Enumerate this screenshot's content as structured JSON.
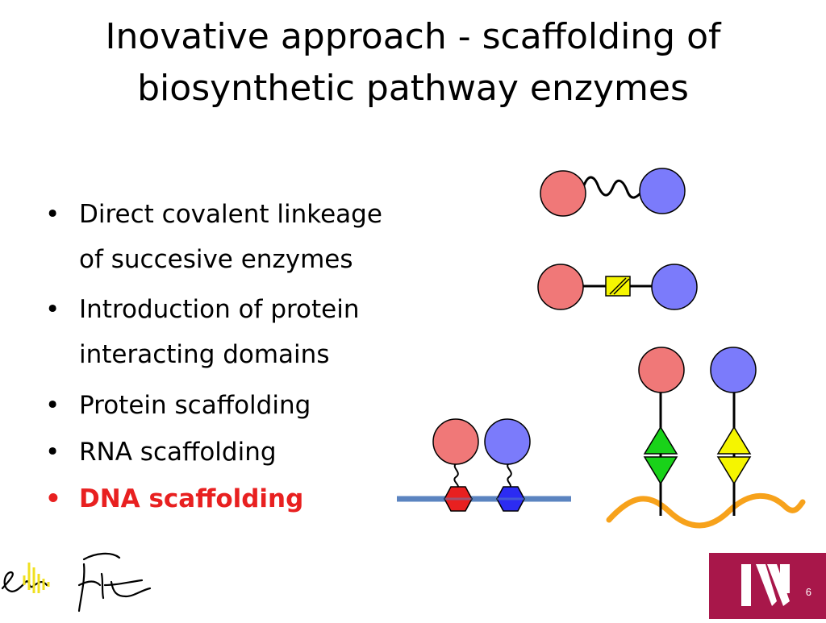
{
  "slide": {
    "title_line1": "Inovative approach - scaffolding of",
    "title_line2": "biosynthetic pathway enzymes",
    "page_number": "6"
  },
  "bullets": [
    {
      "lines": [
        "Direct covalent linkeage",
        "of succesive enzymes"
      ]
    },
    {
      "lines": [
        "Introduction of protein",
        "interacting domains"
      ]
    },
    {
      "lines": [
        "Protein scaffolding"
      ]
    },
    {
      "lines": [
        "RNA scaffolding"
      ]
    },
    {
      "lines": [
        "DNA scaffolding"
      ],
      "highlight": true
    }
  ],
  "colors": {
    "enzyme_red": "#f07878",
    "enzyme_blue": "#7b7bfb",
    "domain_yellow": "#f5f500",
    "domain_green": "#19d219",
    "rna_orange": "#f7a21b",
    "dna_blue": "#5b84c0",
    "hex_red": "#e82020",
    "hex_blue": "#2c2cf2",
    "highlight_red": "#e82020",
    "logo_maroon": "#a8174a"
  }
}
